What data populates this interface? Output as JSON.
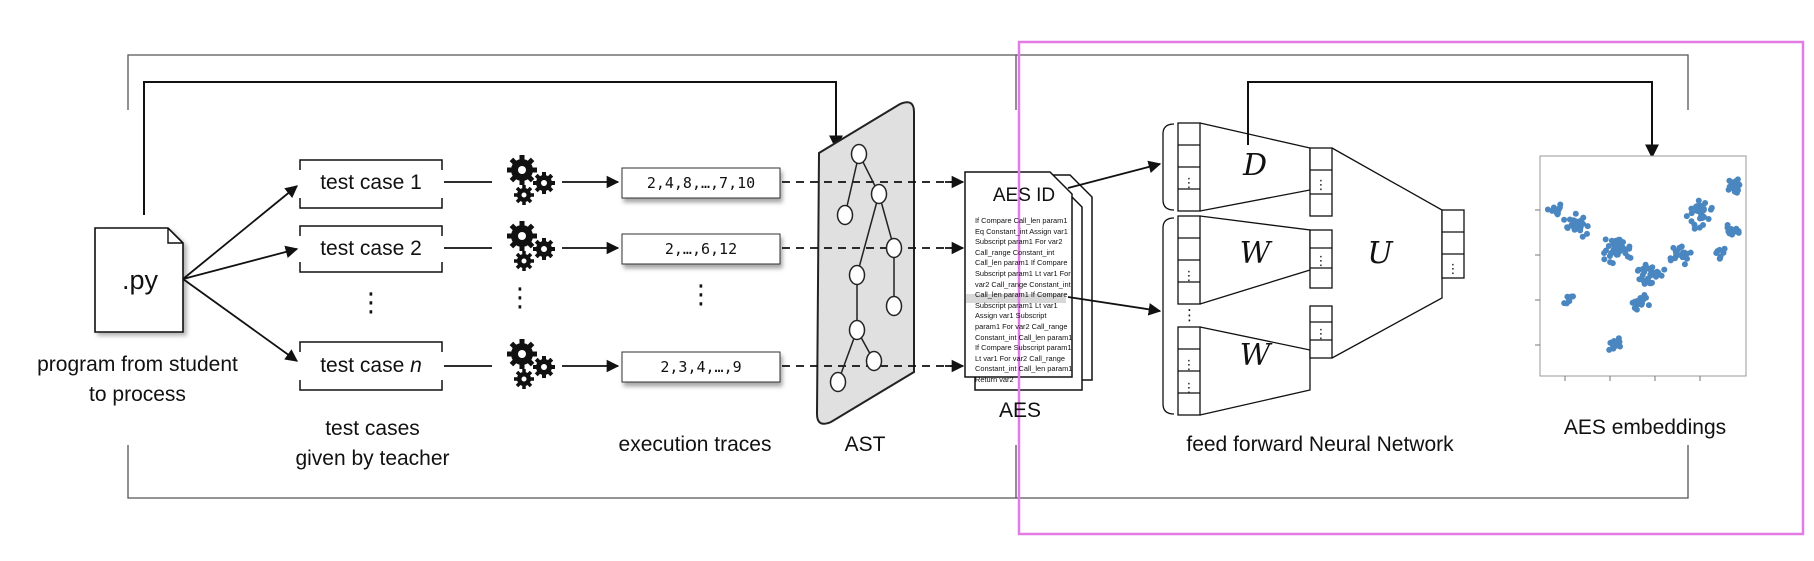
{
  "program": {
    "file_label": ".py",
    "caption_line1": "program from student",
    "caption_line2": "to process"
  },
  "test_cases": {
    "items": [
      "test case 1",
      "test case 2",
      "test case "
    ],
    "last_italic": "n",
    "caption_line1": "test cases",
    "caption_line2": "given by teacher",
    "ellipsis": "⋮"
  },
  "traces": {
    "items": [
      "2,4,8,…,7,10",
      "2,…,6,12",
      "2,3,4,…,9"
    ],
    "caption": "execution traces",
    "ellipsis": "⋮"
  },
  "ast": {
    "caption": "AST"
  },
  "aes": {
    "doc_title": "AES ID",
    "caption": "AES",
    "doc_lines": [
      "If Compare Call_len param1",
      "Eq Constant_int Assign var1",
      "Subscript param1 For var2",
      "Call_range Constant_int",
      "Call_len param1 If Compare",
      "Subscript param1 Lt var1 For",
      "var2 Call_range Constant_int",
      "Call_len param1 If Compare",
      "Subscript param1 Lt var1",
      "Assign var1 Subscript",
      "param1 For var2 Call_range",
      "Constant_int Call_len param1",
      "If Compare Subscript param1",
      "Lt var1 For var2 Call_range",
      "Constant_int Call_len param1",
      "Return var2"
    ]
  },
  "network": {
    "labels": {
      "d": "D",
      "w_top": "W",
      "w_bottom": "W",
      "u": "U"
    },
    "caption": "feed forward Neural Network",
    "dots": "⋮"
  },
  "embeddings": {
    "caption": "AES embeddings"
  },
  "colors": {
    "highlight_box": "#e37be6",
    "scatter_points": "#4a86c0",
    "ast_fill": "#e0e0e0"
  }
}
